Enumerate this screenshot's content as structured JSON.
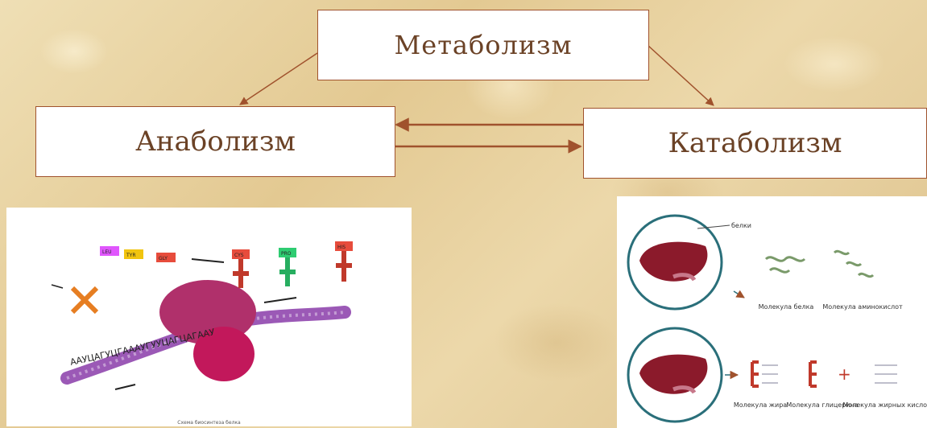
{
  "boxes": {
    "metabolism": "Метаболизм",
    "anabolism": "Анаболизм",
    "catabolism": "Катаболизм"
  },
  "anabolism_panel": {
    "amino_acids": [
      "LEU",
      "TYR",
      "GLY",
      "CYS",
      "PRO",
      "HIS"
    ],
    "mrna_sequence": "АAУЦАГУЦГАААУГУУЦАГЦАГААУ",
    "caption": "Схема биосинтеза белка"
  },
  "catabolism_panel": {
    "labels": {
      "proteins": "белки",
      "protein_molecule": "Молекула белка",
      "amino_acid_molecule": "Молекула аминокислот",
      "fat_molecule": "Молекула жира",
      "glycerol_molecule": "Молекула глицерина",
      "fatty_acid_molecule": "Молекула жирных кислот"
    },
    "plus": "+"
  },
  "colors": {
    "box_border": "#a0522d",
    "box_text": "#6b4226",
    "arrow": "#a0522d"
  }
}
